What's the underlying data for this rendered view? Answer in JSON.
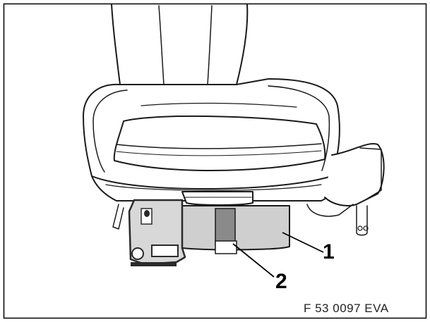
{
  "callouts": [
    {
      "id": "1",
      "text": "1",
      "refers_to": "cover-panel"
    },
    {
      "id": "2",
      "text": "2",
      "refers_to": "strap"
    }
  ],
  "figure_code": "F 53 0097 EVA",
  "colors": {
    "line": "#1a1a1a",
    "panel_fill": "#cfcfcf",
    "strap_fill": "#8a8a8a",
    "dark_part": "#2a2a2a",
    "border": "#000000"
  }
}
